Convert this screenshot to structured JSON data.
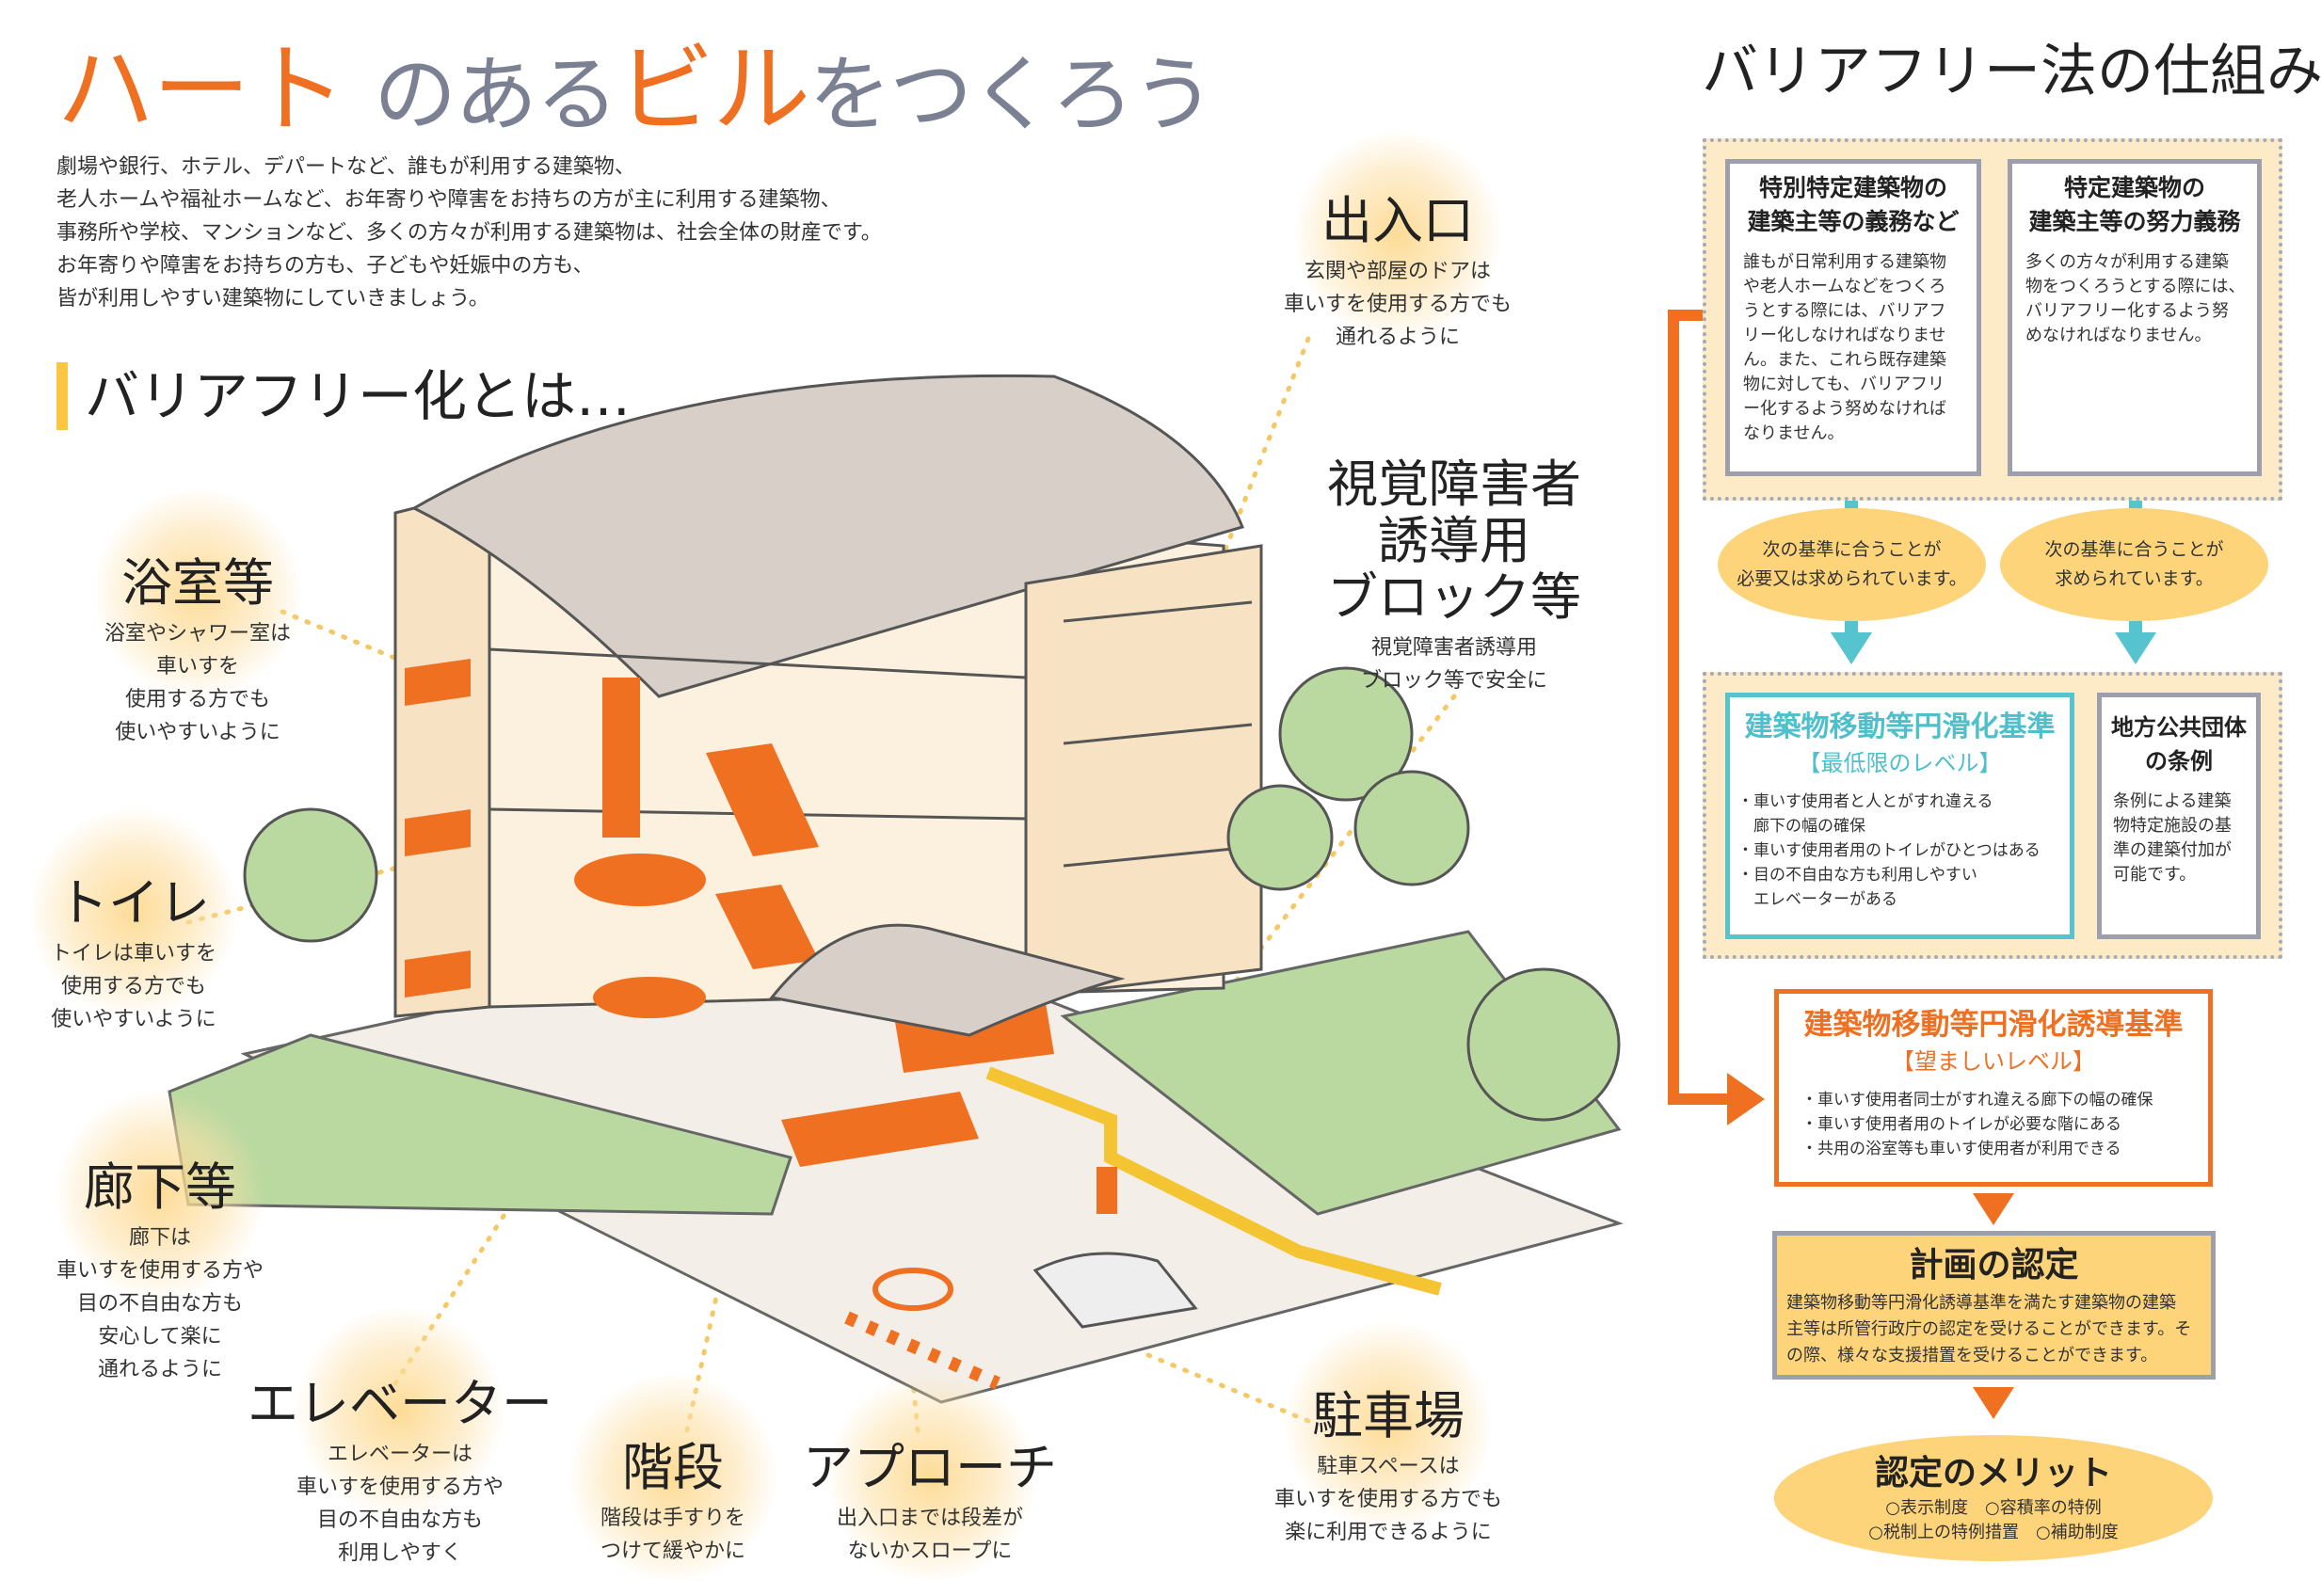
{
  "header": {
    "title_part1": "ハート",
    "title_part2": "のある",
    "title_part3": "ビル",
    "title_part4": "をつくろう",
    "intro": [
      "劇場や銀行、ホテル、デパートなど、誰もが利用する建築物、",
      "老人ホームや福祉ホームなど、お年寄りや障害をお持ちの方が主に利用する建築物、",
      "事務所や学校、マンションなど、多くの方々が利用する建築物は、社会全体の財産です。",
      "お年寄りや障害をお持ちの方も、子どもや妊娠中の方も、",
      "皆が利用しやすい建築物にしていきましょう。"
    ]
  },
  "section": {
    "title": "バリアフリー化とは…"
  },
  "labels": {
    "entrance": {
      "title": "出入口",
      "desc": [
        "玄関や部屋のドアは",
        "車いすを使用する方でも",
        "通れるように"
      ]
    },
    "blocks": {
      "title": [
        "視覚障害者",
        "誘導用",
        "ブロック等"
      ],
      "desc": [
        "視覚障害者誘導用",
        "ブロック等で安全に"
      ]
    },
    "bath": {
      "title": "浴室等",
      "desc": [
        "浴室やシャワー室は",
        "車いすを",
        "使用する方でも",
        "使いやすいように"
      ]
    },
    "toilet": {
      "title": "トイレ",
      "desc": [
        "トイレは車いすを",
        "使用する方でも",
        "使いやすいように"
      ]
    },
    "corridor": {
      "title": "廊下等",
      "desc": [
        "廊下は",
        "車いすを使用する方や",
        "目の不自由な方も",
        "安心して楽に",
        "通れるように"
      ]
    },
    "elevator": {
      "title": "エレベーター",
      "desc": [
        "エレベーターは",
        "車いすを使用する方や",
        "目の不自由な方も",
        "利用しやすく"
      ]
    },
    "stairs": {
      "title": "階段",
      "desc": [
        "階段は手すりを",
        "つけて緩やかに"
      ]
    },
    "approach": {
      "title": "アプローチ",
      "desc": [
        "出入口までは段差が",
        "ないかスロープに"
      ]
    },
    "parking": {
      "title": "駐車場",
      "desc": [
        "駐車スペースは",
        "車いすを使用する方でも",
        "楽に利用できるように"
      ]
    }
  },
  "law": {
    "title": "バリアフリー法の仕組み",
    "box1": {
      "title": [
        "特別特定建築物の",
        "建築主等の義務など"
      ],
      "body": [
        "誰もが日常利用する建築物",
        "や老人ホームなどをつくろ",
        "うとする際には、バリアフ",
        "リー化しなければなりませ",
        "ん。また、これら既存建築",
        "物に対しても、バリアフリ",
        "ー化するよう努めなければ",
        "なりません。"
      ]
    },
    "box2": {
      "title": [
        "特定建築物の",
        "建築主等の努力義務"
      ],
      "body": [
        "多くの方々が利用する建築",
        "物をつくろうとする際には、",
        "バリアフリー化するよう努",
        "めなければなりません。"
      ]
    },
    "oval1": [
      "次の基準に合うことが",
      "必要又は求められています。"
    ],
    "oval2": [
      "次の基準に合うことが",
      "求められています。"
    ],
    "min": {
      "title": "建築物移動等円滑化基準",
      "sub": "【最低限のレベル】",
      "items": [
        "・車いす使用者と人とがすれ違える",
        "　廊下の幅の確保",
        "・車いす使用者用のトイレがひとつはある",
        "・目の不自由な方も利用しやすい",
        "　エレベーターがある"
      ]
    },
    "local": {
      "title": [
        "地方公共団体",
        "の条例"
      ],
      "body": [
        "条例による建築",
        "物特定施設の基",
        "準の建築付加が",
        "可能です。"
      ]
    },
    "induce": {
      "title": "建築物移動等円滑化誘導基準",
      "sub": "【望ましいレベル】",
      "items": [
        "・車いす使用者同士がすれ違える廊下の幅の確保",
        "・車いす使用者用のトイレが必要な階にある",
        "・共用の浴室等も車いす使用者が利用できる"
      ]
    },
    "plan": {
      "title": "計画の認定",
      "body": [
        "建築物移動等円滑化誘導基準を満たす建築物の建築",
        "主等は所管行政庁の認定を受けることができます。そ",
        "の際、様々な支援措置を受けることができます。"
      ]
    },
    "merit": {
      "title": "認定のメリット",
      "line1": "○表示制度　○容積率の特例",
      "line2": "○税制上の特例措置　○補助制度"
    }
  },
  "colors": {
    "orange": "#f07022",
    "teal": "#55c4ce",
    "yellow": "#fdd47a",
    "cream": "#fdebc8",
    "gray": "#9d9fad"
  }
}
